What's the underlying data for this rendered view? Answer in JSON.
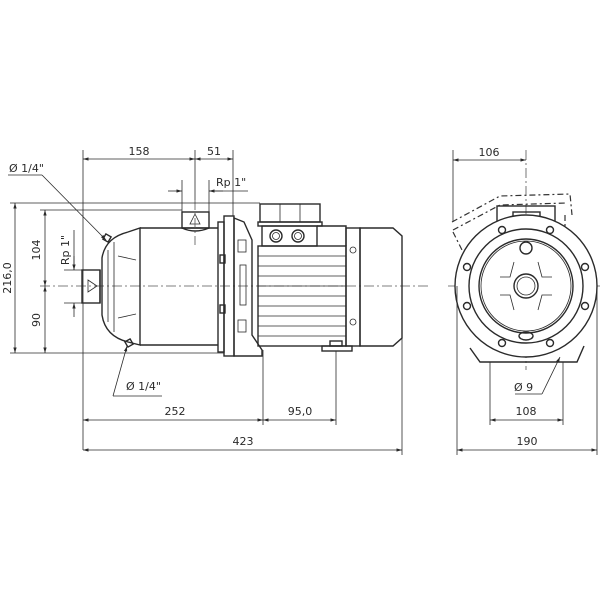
{
  "drawing": {
    "type": "pump dimension drawing",
    "side_view": {
      "dimensions": {
        "top_suction_offset": "158",
        "top_discharge_offset": "51",
        "discharge_connection": "Rp 1\"",
        "suction_connection": "Rp 1\"",
        "overall_height": "216,0",
        "height_above_axis": "104",
        "height_below_axis": "90",
        "vent_plug_top": "Ø 1/4\"",
        "drain_plug_bottom": "Ø 1/4\"",
        "axis_to_foot": "252",
        "foot_spacing": "95,0",
        "overall_length": "423"
      }
    },
    "end_view": {
      "dimensions": {
        "terminal_box_offset": "106",
        "mounting_hole": "Ø 9",
        "foot_width": "108",
        "overall_width": "190"
      }
    },
    "line_color": "#2a2a2a",
    "background": "#ffffff"
  }
}
